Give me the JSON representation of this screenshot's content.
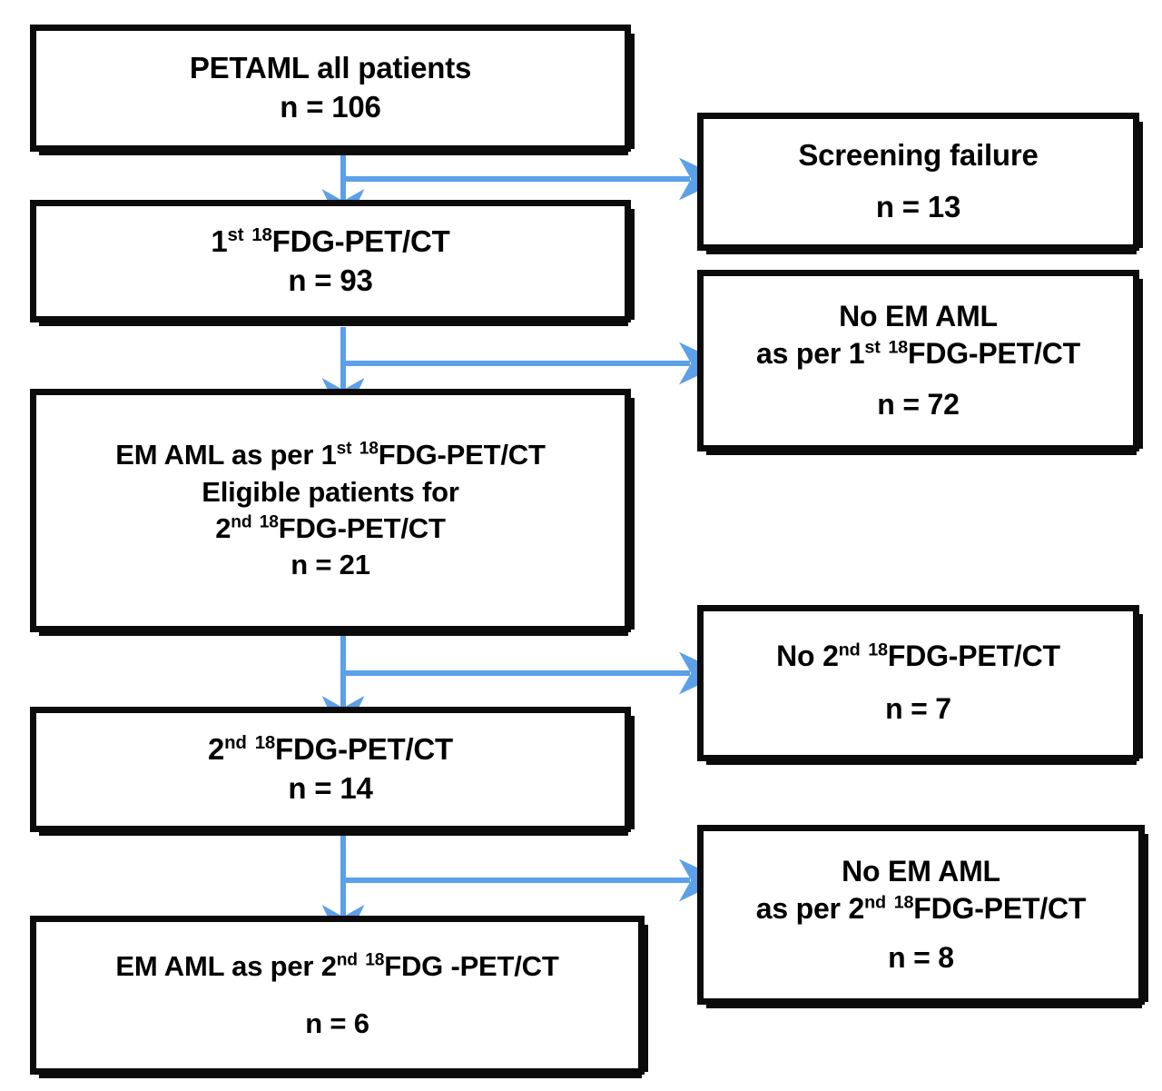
{
  "figure": {
    "type": "flowchart",
    "title": "PETAML patient flow diagram",
    "accent_color_arrow": "#5BA0E8",
    "border_color": "#0B0B0B",
    "background": "#FFFFFF"
  },
  "nodes": {
    "all_patients": {
      "id": "all-patients",
      "lines": [
        "PETAML all patients",
        "n = 106"
      ],
      "line1": "PETAML all patients",
      "line2": "n = 106",
      "count": 106
    },
    "first_pet": {
      "id": "first-pet-ct",
      "line1_pre": "1",
      "line1_sup1": "st",
      "line1_mid": " ",
      "line1_sup2": "18",
      "line1_post": "FDG-PET/CT",
      "line2": "n = 93",
      "count": 93
    },
    "screening_failure": {
      "id": "screening-failure",
      "line1": "Screening failure",
      "line2": "n = 13",
      "count": 13
    },
    "no_em_first": {
      "id": "no-em-aml-first",
      "line1": "No EM AML",
      "line2_pre": "as per 1",
      "line2_sup1": "st",
      "line2_mid": " ",
      "line2_sup2": "18",
      "line2_post": "FDG-PET/CT",
      "line3": "n = 72",
      "count": 72
    },
    "em_first": {
      "id": "em-aml-first",
      "line1_pre": "EM AML as per 1",
      "line1_sup1": "st",
      "line1_mid": " ",
      "line1_sup2": "18",
      "line1_post": "FDG-PET/CT",
      "line2": "Eligible patients for",
      "line3_pre": "2",
      "line3_sup1": "nd",
      "line3_mid": " ",
      "line3_sup2": "18",
      "line3_post": "FDG-PET/CT",
      "line4": "n = 21",
      "count": 21
    },
    "no_second_pet": {
      "id": "no-second-pet-ct",
      "line1_pre": "No 2",
      "line1_sup1": "nd",
      "line1_mid": " ",
      "line1_sup2": "18",
      "line1_post": "FDG-PET/CT",
      "line2": "n = 7",
      "count": 7
    },
    "second_pet": {
      "id": "second-pet-ct",
      "line1_pre": "2",
      "line1_sup1": "nd",
      "line1_mid": " ",
      "line1_sup2": "18",
      "line1_post": "FDG-PET/CT",
      "line2": "n = 14",
      "count": 14
    },
    "no_em_second": {
      "id": "no-em-aml-second",
      "line1": "No EM AML",
      "line2_pre": "as per 2",
      "line2_sup1": "nd",
      "line2_mid": " ",
      "line2_sup2": "18",
      "line2_post": "FDG-PET/CT",
      "line3": "n = 8",
      "count": 8
    },
    "em_second": {
      "id": "em-aml-second",
      "line1_pre": "EM AML as per 2",
      "line1_sup1": "nd",
      "line1_mid": " ",
      "line1_sup2": "18",
      "line1_post": "FDG -PET/CT",
      "line2": "n = 6",
      "count": 6
    }
  },
  "edges": [
    {
      "from": "all_patients",
      "to": "first_pet",
      "branch_to": "screening_failure"
    },
    {
      "from": "first_pet",
      "to": "em_first",
      "branch_to": "no_em_first"
    },
    {
      "from": "em_first",
      "to": "second_pet",
      "branch_to": "no_second_pet"
    },
    {
      "from": "second_pet",
      "to": "em_second",
      "branch_to": "no_em_second"
    }
  ]
}
